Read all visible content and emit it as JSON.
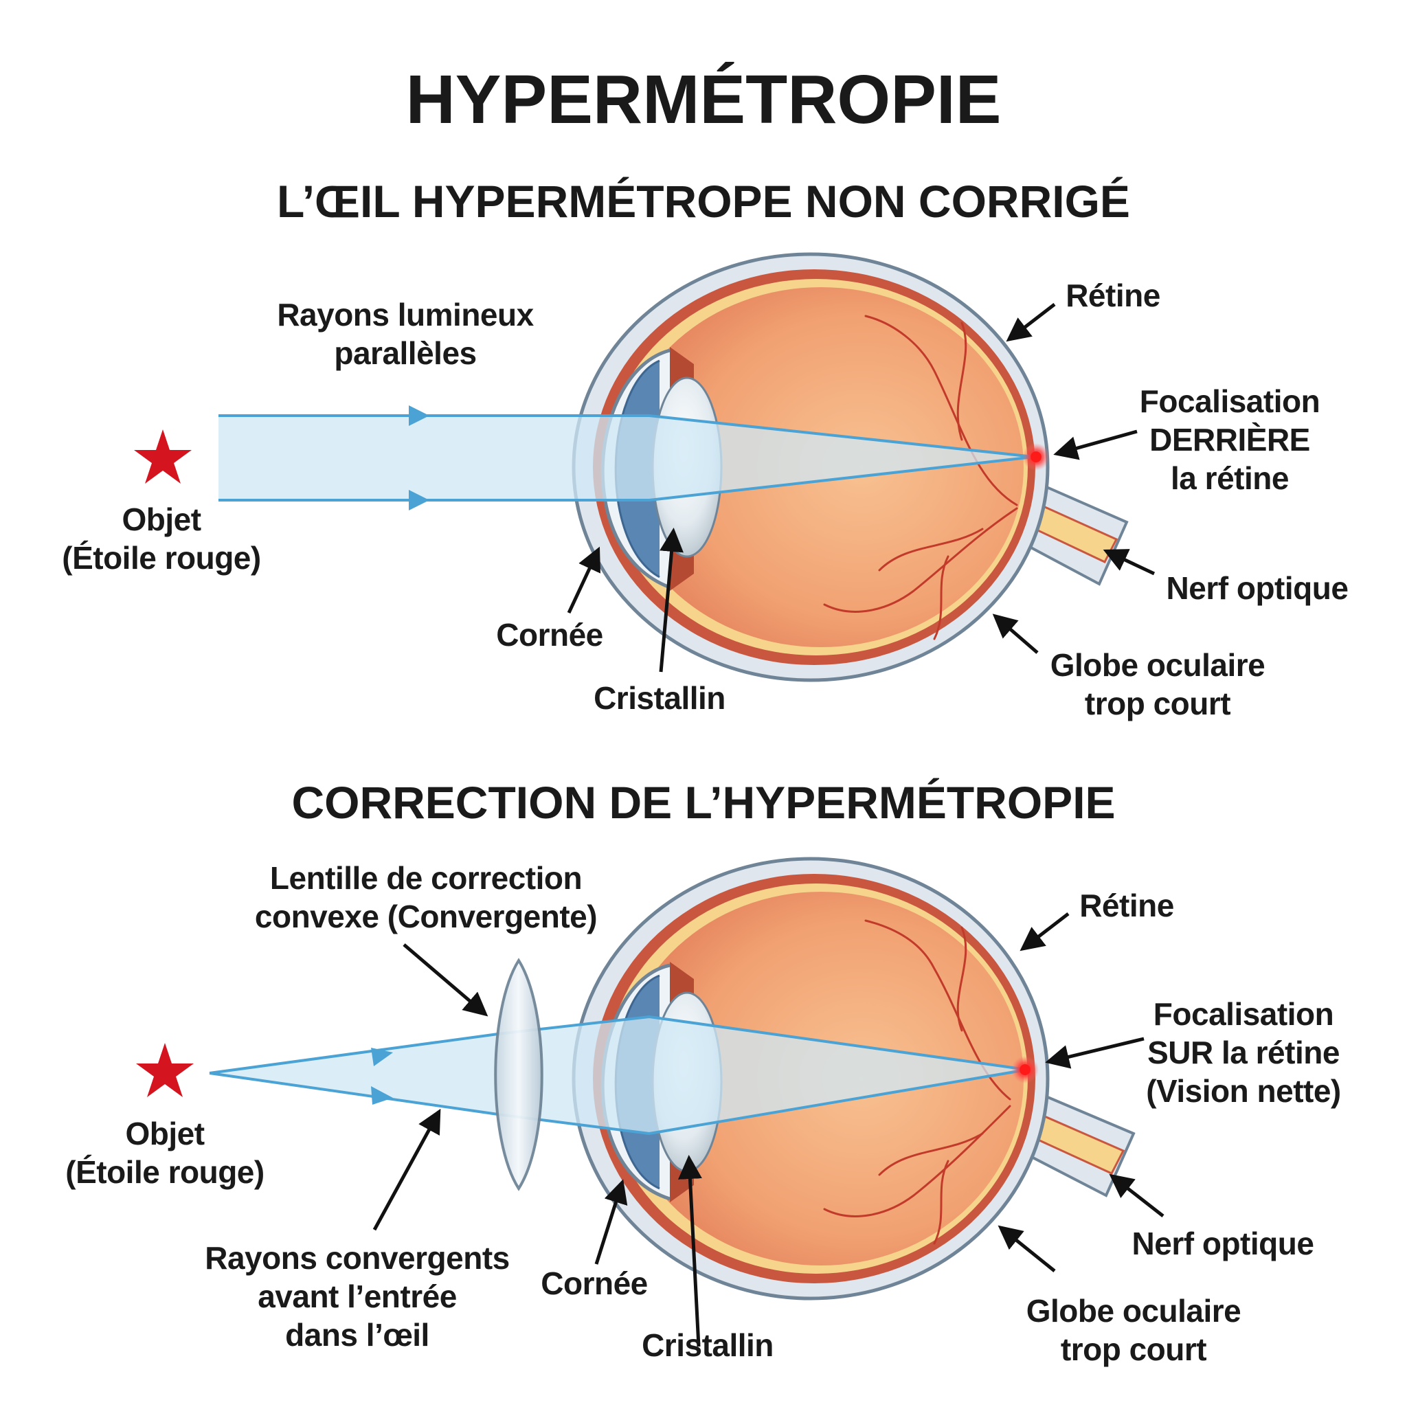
{
  "title": "HYPERMÉTROPIE",
  "colors": {
    "ray": "#4aa3d4",
    "beam_fill": "#cfe8f6",
    "eye_interior": "#f3a574",
    "eye_wall": "#c9573f",
    "retina": "#f6d48c",
    "sclera": "#dfe6ee",
    "focus": "#ff2a2a",
    "star": "#d4141e"
  },
  "top": {
    "heading": "L’ŒIL HYPERMÉTROPE NON CORRIGÉ",
    "labels": {
      "rays": [
        "Rayons lumineux",
        "parallèles"
      ],
      "object": [
        "Objet",
        "(Étoile rouge)"
      ],
      "cornea": "Cornée",
      "lens": "Cristallin",
      "retina": "Rétine",
      "focus": [
        "Focalisation",
        "DERRIÈRE",
        "la rétine"
      ],
      "nerve": "Nerf optique",
      "globe": [
        "Globe oculaire",
        "trop court"
      ]
    }
  },
  "bottom": {
    "heading": "CORRECTION DE L’HYPERMÉTROPIE",
    "labels": {
      "corrective_lens": [
        "Lentille de correction",
        "convexe (Convergente)"
      ],
      "object": [
        "Objet",
        "(Étoile rouge)"
      ],
      "rays": [
        "Rayons convergents",
        "avant l’entrée",
        "dans l’œil"
      ],
      "cornea": "Cornée",
      "lens": "Cristallin",
      "retina": "Rétine",
      "focus": [
        "Focalisation",
        "SUR la rétine",
        "(Vision nette)"
      ],
      "nerve": "Nerf optique",
      "globe": [
        "Globe oculaire",
        "trop court"
      ]
    }
  }
}
